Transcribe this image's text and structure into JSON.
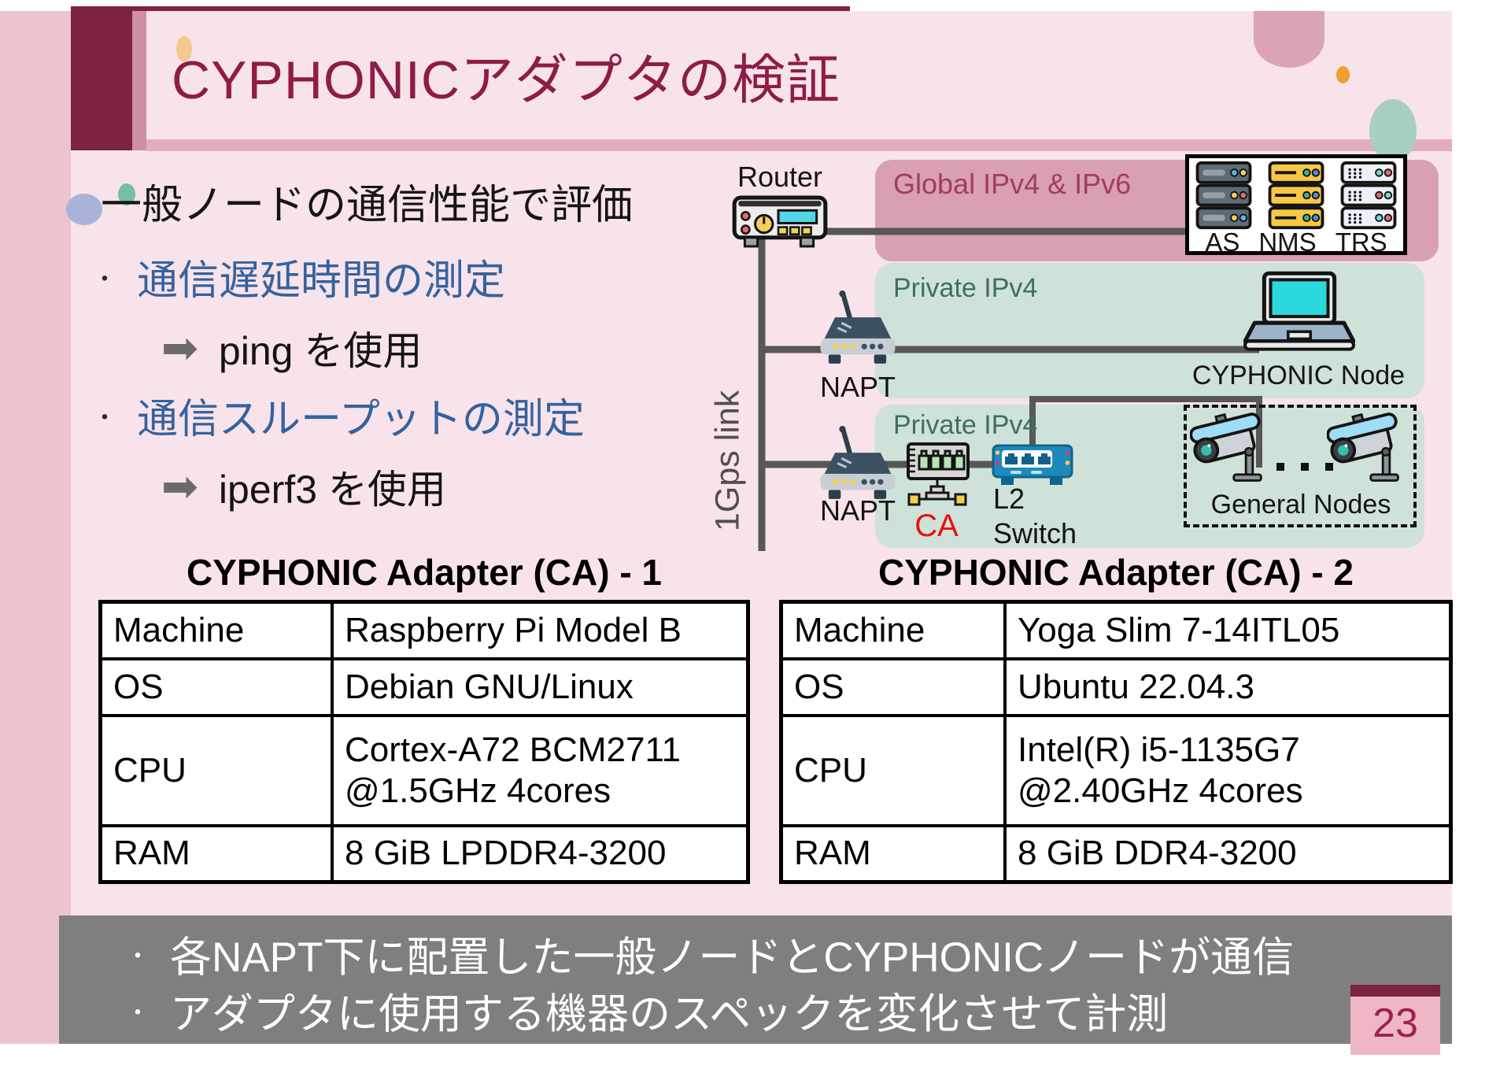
{
  "slide": {
    "title": "CYPHONICアダプタの検証",
    "page_number": "23"
  },
  "bullets": {
    "heading": "一般ノードの通信性能で評価",
    "marker": "・",
    "arrow": "➡",
    "items": [
      {
        "label": "通信遅延時間の測定",
        "sub": "ping を使用"
      },
      {
        "label": "通信スループットの測定",
        "sub": "iperf3 を使用"
      }
    ]
  },
  "diagram": {
    "router_label": "Router",
    "link_label": "1Gps link",
    "global_zone": {
      "label": "Global IPv4 & IPv6",
      "servers": [
        {
          "name": "AS"
        },
        {
          "name": "NMS"
        },
        {
          "name": "TRS"
        }
      ]
    },
    "private_zone_1": {
      "label": "Private IPv4",
      "napt_label": "NAPT",
      "node_label": "CYPHONIC Node"
    },
    "private_zone_2": {
      "label": "Private IPv4",
      "napt_label": "NAPT",
      "ca_label": "CA",
      "switch_label_line1": "L2",
      "switch_label_line2": "Switch",
      "general_nodes_label": "General Nodes"
    }
  },
  "tables": [
    {
      "title": "CYPHONIC Adapter (CA) - 1",
      "rows": [
        {
          "key": "Machine",
          "value": "Raspberry Pi Model B"
        },
        {
          "key": "OS",
          "value": "Debian GNU/Linux"
        },
        {
          "key": "CPU",
          "value": "Cortex-A72 BCM2711 @1.5GHz 4cores"
        },
        {
          "key": "RAM",
          "value": "8 GiB LPDDR4-3200"
        }
      ]
    },
    {
      "title": "CYPHONIC Adapter (CA) - 2",
      "rows": [
        {
          "key": "Machine",
          "value": "Yoga Slim 7-14ITL05"
        },
        {
          "key": "OS",
          "value": "Ubuntu 22.04.3"
        },
        {
          "key": "CPU",
          "value": "Intel(R) i5-1135G7 @2.40GHz 4cores"
        },
        {
          "key": "RAM",
          "value": "8 GiB DDR4-3200"
        }
      ]
    }
  ],
  "footer": {
    "marker": "・",
    "lines": [
      "各NAPT下に配置した一般ノードとCYPHONICノードが通信",
      "アダプタに使用する機器のスペックを変化させて計測"
    ]
  },
  "colors": {
    "accent_maroon": "#7d2342",
    "title_text": "#8e1c48",
    "blue_text": "#35629f",
    "global_box": "#d8a0b2",
    "green_box": "#cfe2d9",
    "footer_gray": "#7f7f7f",
    "ca_red": "#e8110d"
  }
}
